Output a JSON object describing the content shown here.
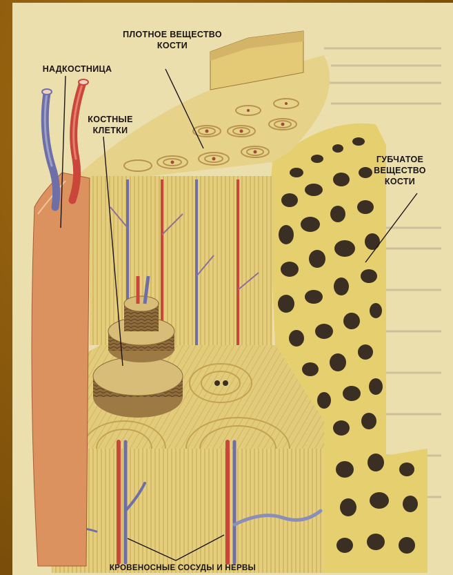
{
  "labels": {
    "periosteum": "НАДКОСТНИЦА",
    "compact_line1": "ПЛОТНОЕ ВЕЩЕСТВО",
    "compact_line2": "КОСТИ",
    "cells_line1": "КОСТНЫЕ",
    "cells_line2": "КЛЕТКИ",
    "spongy_line1": "ГУБЧАТОЕ",
    "spongy_line2": "ВЕЩЕСТВО",
    "spongy_line3": "КОСТИ",
    "vessels": "КРОВЕНОСНЫЕ СОСУДЫ И НЕРВЫ"
  },
  "colors": {
    "frame": "#8a5a0c",
    "page": "#e9dca9",
    "bone": "#e3cd78",
    "bone_dark": "#b99a45",
    "periosteum": "#d98a55",
    "artery": "#c9473a",
    "vein": "#6f6fa8",
    "spongy_hole": "#3a2f22"
  }
}
